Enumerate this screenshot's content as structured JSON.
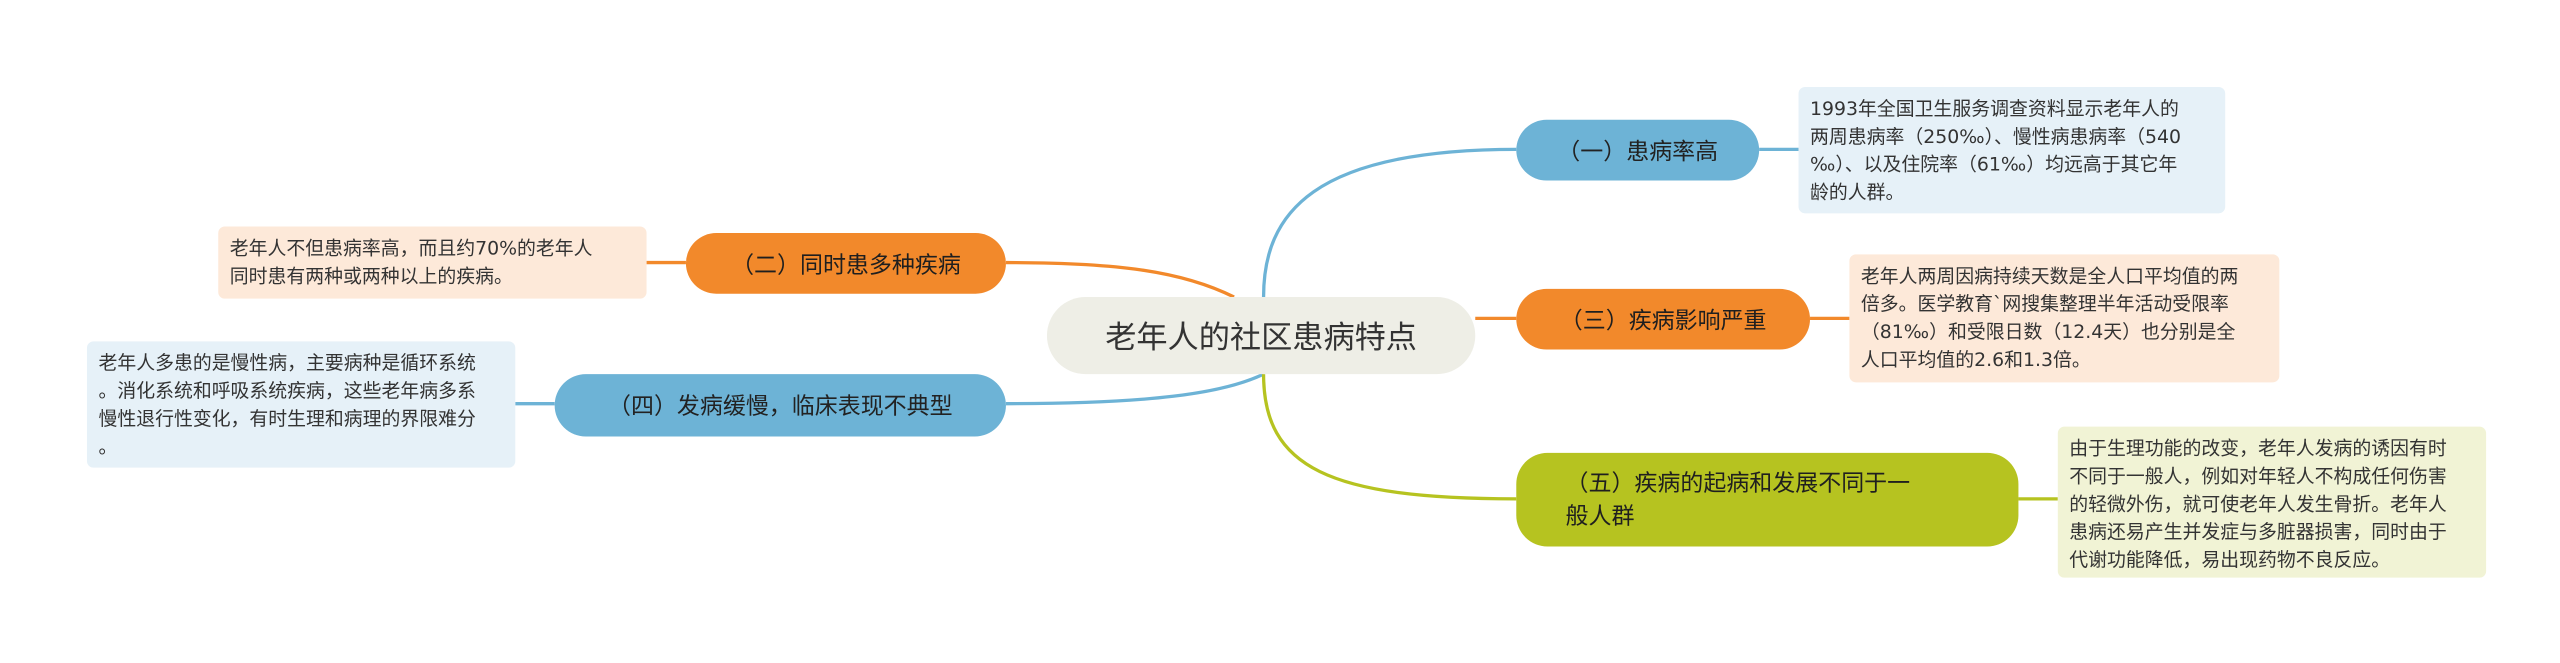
{
  "diagram": {
    "root": {
      "label": "老年人的社区患病特点"
    },
    "colors": {
      "blue": "#6db3d6",
      "orange": "#f2892b",
      "green": "#b6c320"
    },
    "branches": [
      {
        "label": "（一）患病率高",
        "note": "1993年全国卫生服务调查资料显示老年人的\n两周患病率（250‰）、慢性病患病率（540\n‰）、以及住院率（61‰）均远高于其它年\n龄的人群。"
      },
      {
        "label": "（二）同时患多种疾病",
        "note": "老年人不但患病率高，而且约70%的老年人\n同时患有两种或两种以上的疾病。"
      },
      {
        "label": "（三）疾病影响严重",
        "note": "老年人两周因病持续天数是全人口平均值的两\n倍多。医学教育`网搜集整理半年活动受限率\n（81‰）和受限日数（12.4天）也分别是全\n人口平均值的2.6和1.3倍。"
      },
      {
        "label": "（四）发病缓慢，临床表现不典型",
        "note": "老年人多患的是慢性病，主要病种是循环系统\n。消化系统和呼吸系统疾病，这些老年病多系\n慢性退行性变化，有时生理和病理的界限难分\n。"
      },
      {
        "label": "（五）疾病的起病和发展不同于一\n般人群",
        "note": "由于生理功能的改变，老年人发病的诱因有时\n不同于一般人，例如对年轻人不构成任何伤害\n的轻微外伤，就可使老年人发生骨折。老年人\n患病还易产生并发症与多脏器损害，同时由于\n代谢功能降低，易出现药物不良反应。"
      }
    ]
  }
}
